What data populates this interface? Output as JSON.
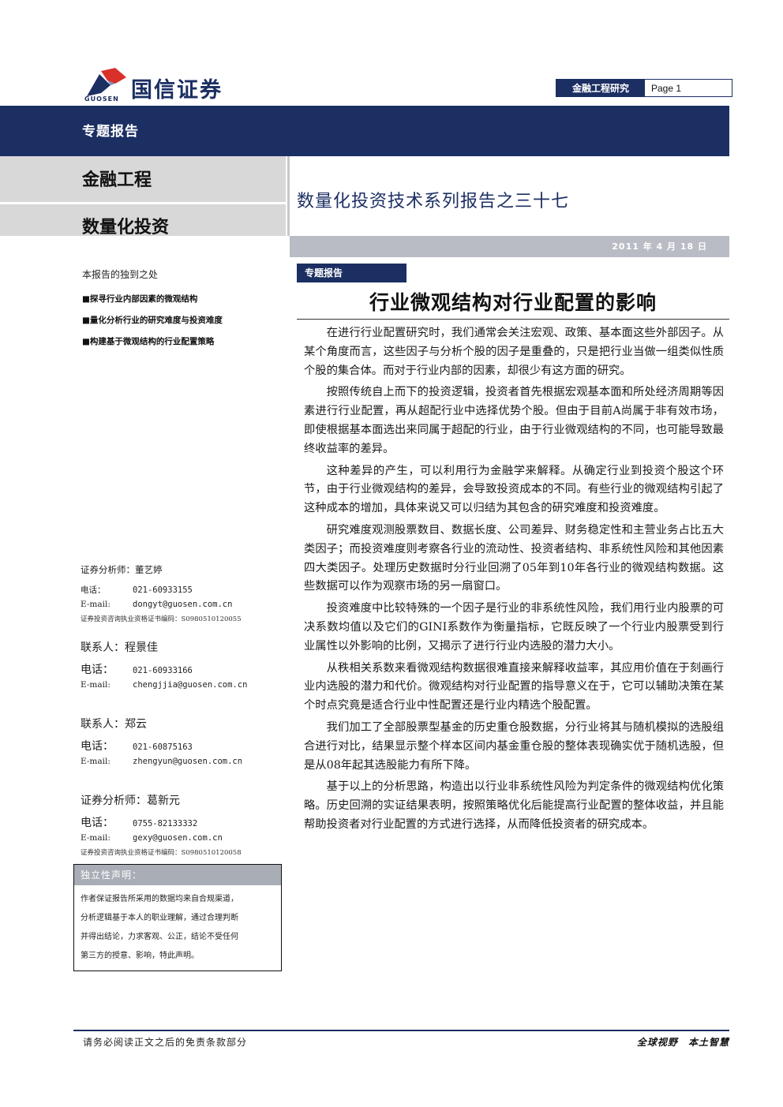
{
  "header": {
    "logo_cn": "国信证券",
    "logo_en": "GUOSEN",
    "tag": "金融工程研究",
    "page": "Page 1"
  },
  "band_title": "专题报告",
  "section1": "金融工程",
  "section2": "数量化投资",
  "series_title": "数量化投资技术系列报告之三十七",
  "date": "2011 年 4 月 18 日",
  "left": {
    "unique_heading": "本报告的独到之处",
    "bullets": [
      "■探寻行业内部因素的微观结构",
      "■量化分析行业的研究难度与投资难度",
      "■构建基于微观结构的行业配置策略"
    ],
    "contacts": [
      {
        "role": "证券分析师：董艺婷",
        "phone_label": "电话：",
        "phone": "021-60933155",
        "email_label": "E-mail:",
        "email": "dongyt@guosen.com.cn",
        "cert": "证券投资咨询执业资格证书编码：S0980510120055"
      },
      {
        "role": "联系人：程景佳",
        "phone_label": "电话：",
        "phone": "021-60933166",
        "email_label": "E-mail:",
        "email": "chengjjia@guosen.com.cn"
      },
      {
        "role": "联系人：郑云",
        "phone_label": "电话：",
        "phone": "021-60875163",
        "email_label": "E-mail:",
        "email": "zhengyun@guosen.com.cn"
      },
      {
        "role": "证券分析师：葛新元",
        "phone_label": "电话：",
        "phone": "0755-82133332",
        "email_label": "E-mail:",
        "email": "gexy@guosen.com.cn",
        "cert": "证券投资咨询执业资格证书编码：S0980510120058"
      }
    ],
    "declaration_heading": "独立性声明：",
    "declaration_lines": [
      "作者保证报告所采用的数据均来自合规渠道，",
      "分析逻辑基于本人的职业理解，通过合理判断",
      "并得出结论，力求客观、公正，结论不受任何",
      "第三方的授意、影响，特此声明。"
    ]
  },
  "main": {
    "tag": "专题报告",
    "title": "行业微观结构对行业配置的影响",
    "paragraphs": [
      "在进行行业配置研究时，我们通常会关注宏观、政策、基本面这些外部因子。从某个角度而言，这些因子与分析个股的因子是重叠的，只是把行业当做一组类似性质个股的集合体。而对于行业内部的因素，却很少有这方面的研究。",
      "按照传统自上而下的投资逻辑，投资者首先根据宏观基本面和所处经济周期等因素进行行业配置，再从超配行业中选择优势个股。但由于目前A尚属于非有效市场，即使根据基本面选出来同属于超配的行业，由于行业微观结构的不同，也可能导致最终收益率的差异。",
      "这种差异的产生，可以利用行为金融学来解释。从确定行业到投资个股这个环节，由于行业微观结构的差异，会导致投资成本的不同。有些行业的微观结构引起了这种成本的增加，具体来说又可以归结为其包含的研究难度和投资难度。",
      "研究难度观测股票数目、数据长度、公司差异、财务稳定性和主营业务占比五大类因子；而投资难度则考察各行业的流动性、投资者结构、非系统性风险和其他因素四大类因子。处理历史数据时分行业回溯了05年到10年各行业的微观结构数据。这些数据可以作为观察市场的另一扇窗口。",
      "投资难度中比较特殊的一个因子是行业的非系统性风险，我们用行业内股票的可决系数均值以及它们的GINI系数作为衡量指标，它既反映了一个行业内股票受到行业属性以外影响的比例，又揭示了进行行业内选股的潜力大小。",
      "从秩相关系数来看微观结构数据很难直接来解释收益率，其应用价值在于刻画行业内选股的潜力和代价。微观结构对行业配置的指导意义在于，它可以辅助决策在某个时点究竟是适合行业中性配置还是行业内精选个股配置。",
      "我们加工了全部股票型基金的历史重仓股数据，分行业将其与随机模拟的选股组合进行对比，结果显示整个样本区间内基金重仓股的整体表现确实优于随机选股，但是从08年起其选股能力有所下降。",
      "基于以上的分析思路，构造出以行业非系统性风险为判定条件的微观结构优化策略。历史回溯的实证结果表明，按照策略优化后能提高行业配置的整体收益，并且能帮助投资者对行业配置的方式进行选择，从而降低投资者的研究成本。"
    ]
  },
  "footer": {
    "left": "请务必阅读正文之后的免责条款部分",
    "right": "全球视野  本土智慧"
  }
}
